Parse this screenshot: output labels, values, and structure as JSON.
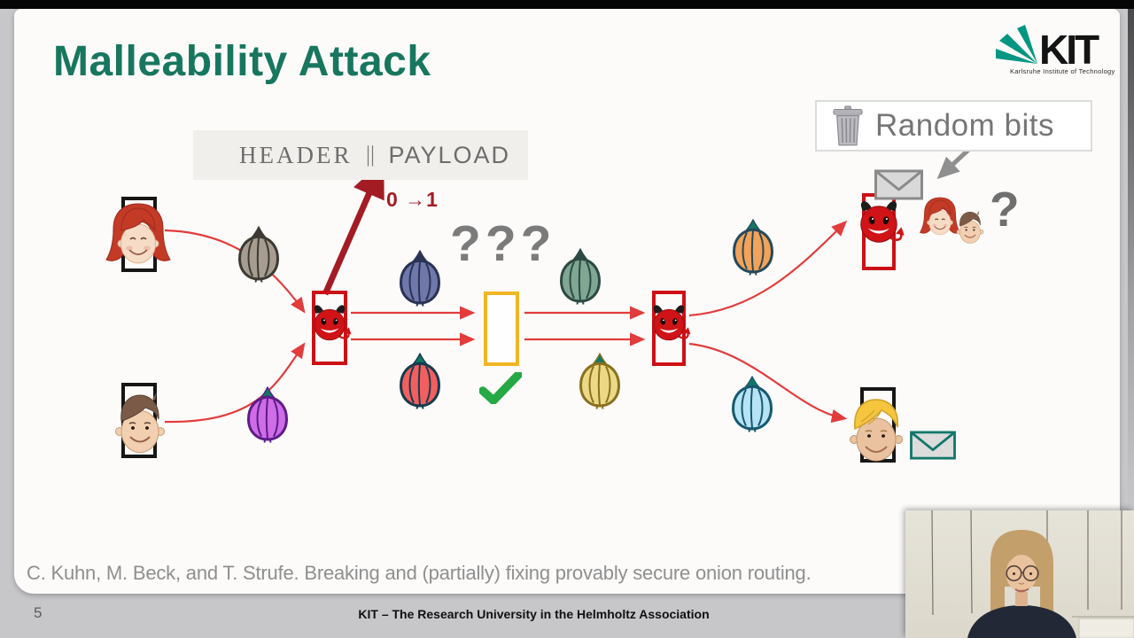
{
  "slide": {
    "title": "Malleability Attack",
    "packet": {
      "header": "HEADER",
      "separator": "||",
      "payload": "PAYLOAD"
    },
    "bit_flip_label": "0 →1",
    "mystery_label": "???",
    "random_bits_label": "Random bits",
    "identity_question": "?",
    "citation": "C. Kuhn, M. Beck, and T. Strufe. Breaking and (partially) fixing provably secure onion routing.",
    "footer_page": "5",
    "footer_text": "KIT – The Research University in the Helmholtz Association",
    "logo": {
      "name": "KIT",
      "caption": "Karlsruhe Institute of Technology"
    }
  },
  "colors": {
    "title_green": "#17775e",
    "kit_green": "#009682",
    "attack_red": "#cc1016",
    "devil_red": "#cf1316",
    "arrow_red": "#e23c3c",
    "dark_red": "#a31c24",
    "check_green": "#25a945",
    "envelope_teal": "#12776b"
  },
  "onions": [
    {
      "name": "onion-gray",
      "fill": "#a69d90",
      "stroke": "#3c3a33",
      "sprout": "#3c3a33"
    },
    {
      "name": "onion-purple",
      "fill": "#cf6ce8",
      "stroke": "#5c1d86",
      "sprout": "#117864"
    },
    {
      "name": "onion-slate-blue",
      "fill": "#6f78ab",
      "stroke": "#2b3254",
      "sprout": "#2b3254"
    },
    {
      "name": "onion-red",
      "fill": "#f25f5f",
      "stroke": "#173a4d",
      "sprout": "#117864"
    },
    {
      "name": "onion-green",
      "fill": "#7fa794",
      "stroke": "#2c4a42",
      "sprout": "#2c4a42"
    },
    {
      "name": "onion-pale-yellow",
      "fill": "#ecd985",
      "stroke": "#8a7020",
      "sprout": "#117864"
    },
    {
      "name": "onion-orange",
      "fill": "#f2a259",
      "stroke": "#274a5a",
      "sprout": "#117864"
    },
    {
      "name": "onion-light-blue",
      "fill": "#b8e3f5",
      "stroke": "#15596f",
      "sprout": "#117864"
    }
  ]
}
